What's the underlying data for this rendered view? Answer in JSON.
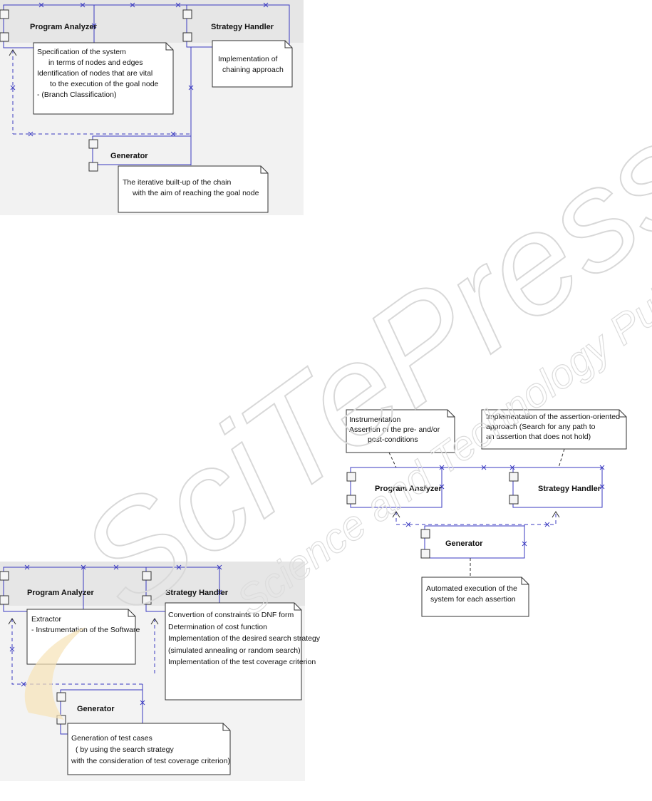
{
  "diagrams": {
    "chaining": {
      "components": {
        "program_analyzer": "Program Analyzer",
        "strategy_handler": "Strategy Handler",
        "generator": "Generator"
      },
      "notes": {
        "program_analyzer": [
          "Specification of the system",
          "in terms of nodes and edges",
          "Identification of nodes that are vital",
          "to the execution of the goal node",
          "- (Branch Classification)"
        ],
        "strategy_handler": [
          "Implementation of",
          "chaining approach"
        ],
        "generator": [
          "The iterative built-up of the chain",
          "with the aim of reaching the goal node"
        ]
      }
    },
    "assertion": {
      "components": {
        "program_analyzer": "Program Analyzer",
        "strategy_handler": "Strategy Handler",
        "generator": "Generator"
      },
      "notes": {
        "program_analyzer": [
          "Instrumentation",
          "Assertion of the pre- and/or",
          "post-conditions"
        ],
        "strategy_handler": [
          "Implementation of the assertion-oriented",
          "approach (Search for any path to",
          "an assertion that does not hold)"
        ],
        "generator": [
          "Automated execution of the",
          "system for each assertion"
        ]
      }
    },
    "search": {
      "components": {
        "program_analyzer": "Program Analyzer",
        "strategy_handler": "Strategy Handler",
        "generator": "Generator"
      },
      "notes": {
        "program_analyzer": [
          "Extractor",
          "- Instrumentation of the Software"
        ],
        "strategy_handler": [
          "Convertion of constraints to DNF form",
          "Determination of cost function",
          "Implementation of the desired search strategy",
          "(simulated annealing or random search)",
          "Implementation of the test coverage criterion"
        ],
        "generator": [
          "Generation of test cases",
          "( by using the search strategy",
          "with the consideration of test coverage criterion)"
        ]
      }
    }
  },
  "watermark": {
    "primary": "SciTePress",
    "secondary": "Science and Technology Publications"
  }
}
